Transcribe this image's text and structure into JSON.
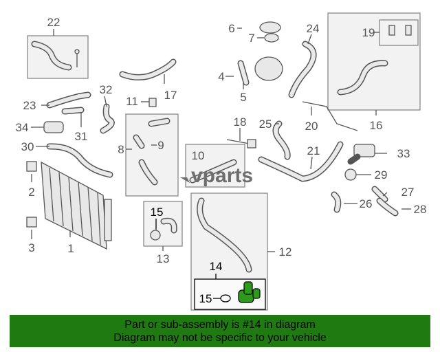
{
  "diagram": {
    "callouts": {
      "c1": "1",
      "c2": "2",
      "c3": "3",
      "c4": "4",
      "c5": "5",
      "c6": "6",
      "c7": "7",
      "c8": "8",
      "c9": "9",
      "c10": "10",
      "c11": "11",
      "c12": "12",
      "c13": "13",
      "c14": "14",
      "c15a": "15",
      "c15b": "15",
      "c16": "16",
      "c17": "17",
      "c18": "18",
      "c19": "19",
      "c20": "20",
      "c21": "21",
      "c22": "22",
      "c23": "23",
      "c24": "24",
      "c25": "25",
      "c26": "26",
      "c27": "27",
      "c28": "28",
      "c29": "29",
      "c30": "30",
      "c31": "31",
      "c32": "32",
      "c33": "33",
      "c34": "34"
    },
    "watermark": "vparts",
    "highlight_color": "#2e9a1c"
  },
  "banner": {
    "line1": "Part or sub-assembly is #14 in diagram",
    "line2": "Diagram may not be specific to your vehicle",
    "background": "#1f7a12"
  }
}
